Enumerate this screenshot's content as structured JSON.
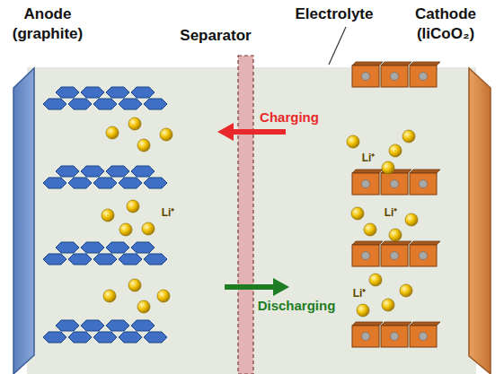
{
  "diagram": {
    "labels": [
      "Anode",
      "(graphite)",
      "Separator",
      "Electrolyte",
      "Cathode",
      "(liCoO₂)",
      "Charging",
      "Discharging",
      "Li⁺",
      "Li⁺",
      "Li⁺",
      "Li⁺"
    ]
  }
}
